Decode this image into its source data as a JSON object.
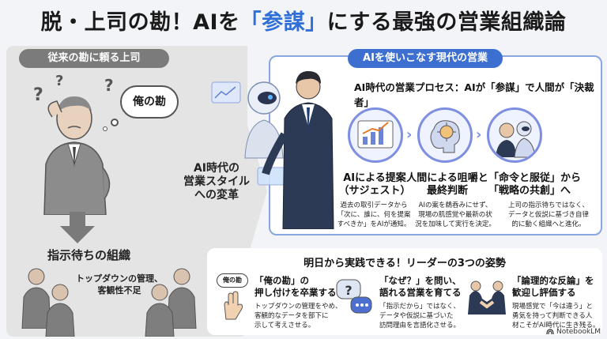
{
  "title": {
    "prefix": "脱・上司の勘！AIを",
    "accent": "「参謀」",
    "suffix": "にする最強の営業組織論"
  },
  "left": {
    "header": "従来の勘に頼る上司",
    "bubble": "俺の勘",
    "q_mark": "?",
    "org_title": "指示待ちの組織",
    "org_note_line1": "トップダウンの管理、",
    "org_note_line2": "客観性不足"
  },
  "middle": {
    "line1": "AI時代の",
    "line2": "営業スタイル",
    "line3": "への変革"
  },
  "right": {
    "header": "AIを使いこなす現代の営業",
    "process_title": "AI時代の営業プロセス：AIが「参謀」で人間が「決裁者」",
    "steps": [
      {
        "title1": "AIによる提案",
        "title2": "（サジェスト）",
        "desc1": "過去の取引データから",
        "desc2": "「次に、誰に、何を提案",
        "desc3": "すべきか」をAIが通知。",
        "icon": "chart-icon"
      },
      {
        "title1": "人間による咀嚼と",
        "title2": "最終判断",
        "desc1": "AIの案を鵜呑みにせず、",
        "desc2": "現場の肌感覚や最新の状",
        "desc3": "況を加味して実行を決定。",
        "icon": "brain-icon"
      },
      {
        "title1": "「命令と服従」から",
        "title2": "「戦略の共創」へ",
        "desc1": "上司の指示待ちではなく、",
        "desc2": "データと仮説に基づき自律",
        "desc3": "的に動く組織へと進化。",
        "icon": "collaboration-icon"
      }
    ]
  },
  "bottom": {
    "title": "明日から実践できる！リーダーの3つの姿勢",
    "icon_bubble": "俺の勘",
    "tips": [
      {
        "title1": "「俺の勘」の",
        "title2": "押し付けを卒業する",
        "desc1": "トップダウンの管理をやめ、",
        "desc2": "客観的なデータを部下に",
        "desc3": "示して考えさせる。"
      },
      {
        "title1": "「なぜ？」を問い、",
        "title2": "語れる営業を育てる",
        "desc1": "「指示だから」ではなく、",
        "desc2": "データや仮説に基づいた",
        "desc3": "訪問理由を言語化させる。"
      },
      {
        "title1": "「論理的な反論」を",
        "title2": "歓迎し評価する",
        "desc1": "現場感覚で「今は違う」と",
        "desc2": "勇気を持って判断できる人",
        "desc3": "材こそがAI時代に生き残る。"
      }
    ]
  },
  "credit": "NotebookLM",
  "colors": {
    "accent": "#2f6fd8",
    "right_border": "#8aa6e0",
    "left_header": "#7b7b7b"
  }
}
